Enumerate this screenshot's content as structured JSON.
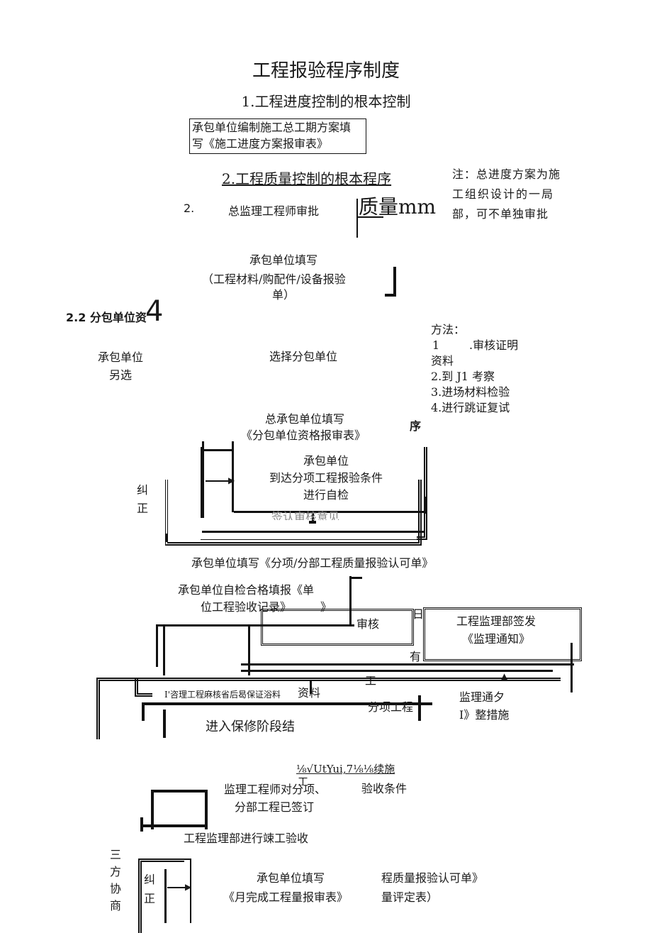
{
  "title": "工程报验程序制度",
  "section1": "1.工程进度控制的根本控制",
  "box_progress_plan": [
    "承包单位编制施工总工期方案填",
    "写《施工进度方案报审表》"
  ],
  "section2": "2.工程质量控制的根本程序",
  "note_lines": [
    "注：总进度方案为施",
    "工组织设计的一局",
    "部，可不单独审批"
  ],
  "num_2": "2.",
  "chief_engineer_approval": "总监理工程师审批",
  "quality_mm": "质量mm",
  "contractor_fill_material": [
    "承包单位填写",
    "（工程材料/购配件/设备报验",
    "单）"
  ],
  "section22": "2.2 分包单位资",
  "big_4": "4",
  "method_lines": [
    "方法：",
    "1",
    ".审核证明",
    "资料",
    "2.到 J1 考察",
    "3.进场材料检验",
    "4.进行跳证复试"
  ],
  "contractor_alt": [
    "承包单位",
    "另选"
  ],
  "select_sub": "选择分包单位",
  "general_contractor_fill": [
    "总承包单位填写",
    "《分包单位资格报审表》"
  ],
  "xu": "序",
  "contractor_selfcheck": [
    "承包单位",
    "到达分项工程报验条件",
    "进行自检"
  ],
  "jiu_zheng_1": [
    "纠",
    "正"
  ],
  "faded_text": "签认审核意见",
  "contractor_fill_sub": "承包单位填写《分项/分部工程质量报验认可单》",
  "contractor_unit_record": [
    "承包单位自检合格填报《单",
    "位工程验收记录》"
  ],
  "bracket_char": "》",
  "review": "审核",
  "fragment_ri": "日",
  "issue_notice": [
    "工程监理部签发",
    "《监理通知》"
  ],
  "fragment_you": "有",
  "fragment_gong": "工",
  "supervisor_review_line": "I'咨理工程麻核省后曷保证浴料",
  "fragment_ziliao": "资料",
  "sub_project": "分项工程",
  "supervisor_notice": [
    "监理通夕",
    "I》整措施"
  ],
  "enter_warranty": "进入保修阶段结",
  "garbled": "⅛√UtYui,7⅛⅛续施",
  "fragment_gong2": "工",
  "acceptance_condition": "验收条件",
  "supervisor_signed": [
    "监理工程师对分项、",
    "分部工程已签订"
  ],
  "final_acceptance": "工程监理部进行竦工验收",
  "three_party": [
    "三",
    "方",
    "协",
    "商"
  ],
  "jiu_zheng_2": [
    "纠",
    "正"
  ],
  "monthly_form": [
    "承包单位填写",
    "《月完成工程量报审表》"
  ],
  "quality_acceptance": [
    "程质量报验认可单》",
    "量评定表）"
  ]
}
